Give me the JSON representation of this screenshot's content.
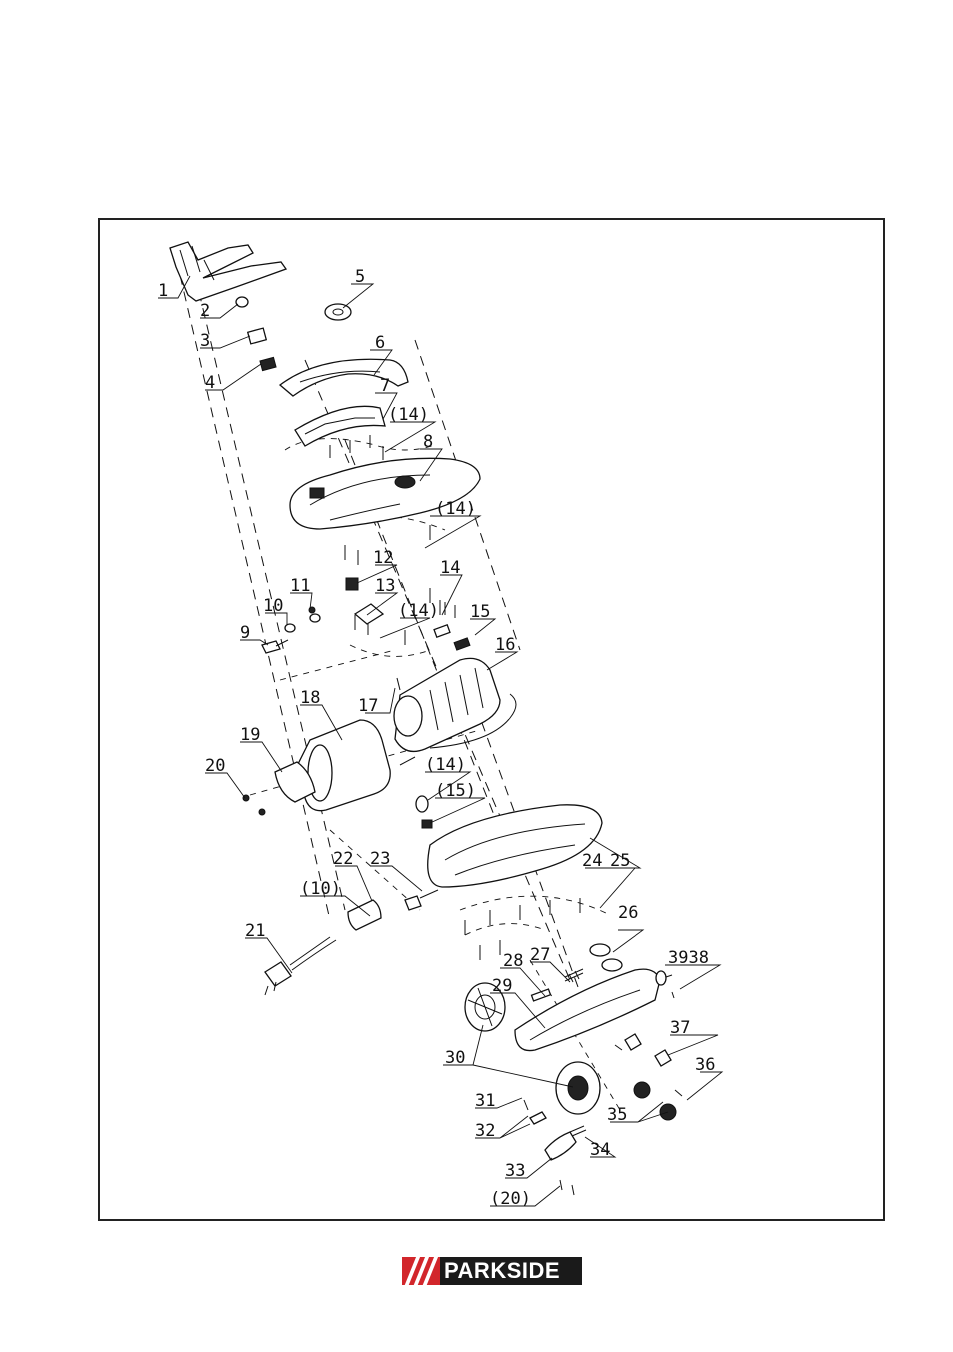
{
  "brand": {
    "name": "PARKSIDE"
  },
  "parts": [
    "1",
    "2",
    "3",
    "4",
    "5",
    "6",
    "7",
    "(14)",
    "8",
    "(14)",
    "12",
    "14",
    "11",
    "13",
    "(14)",
    "15",
    "10",
    "9",
    "16",
    "18",
    "17",
    "19",
    "20",
    "(14)",
    "(15)",
    "22",
    "23",
    "24",
    "25",
    "(10)",
    "26",
    "21",
    "3938",
    "27",
    "28",
    "29",
    "37",
    "30",
    "36",
    "31",
    "35",
    "32",
    "34",
    "33",
    "(20)"
  ]
}
